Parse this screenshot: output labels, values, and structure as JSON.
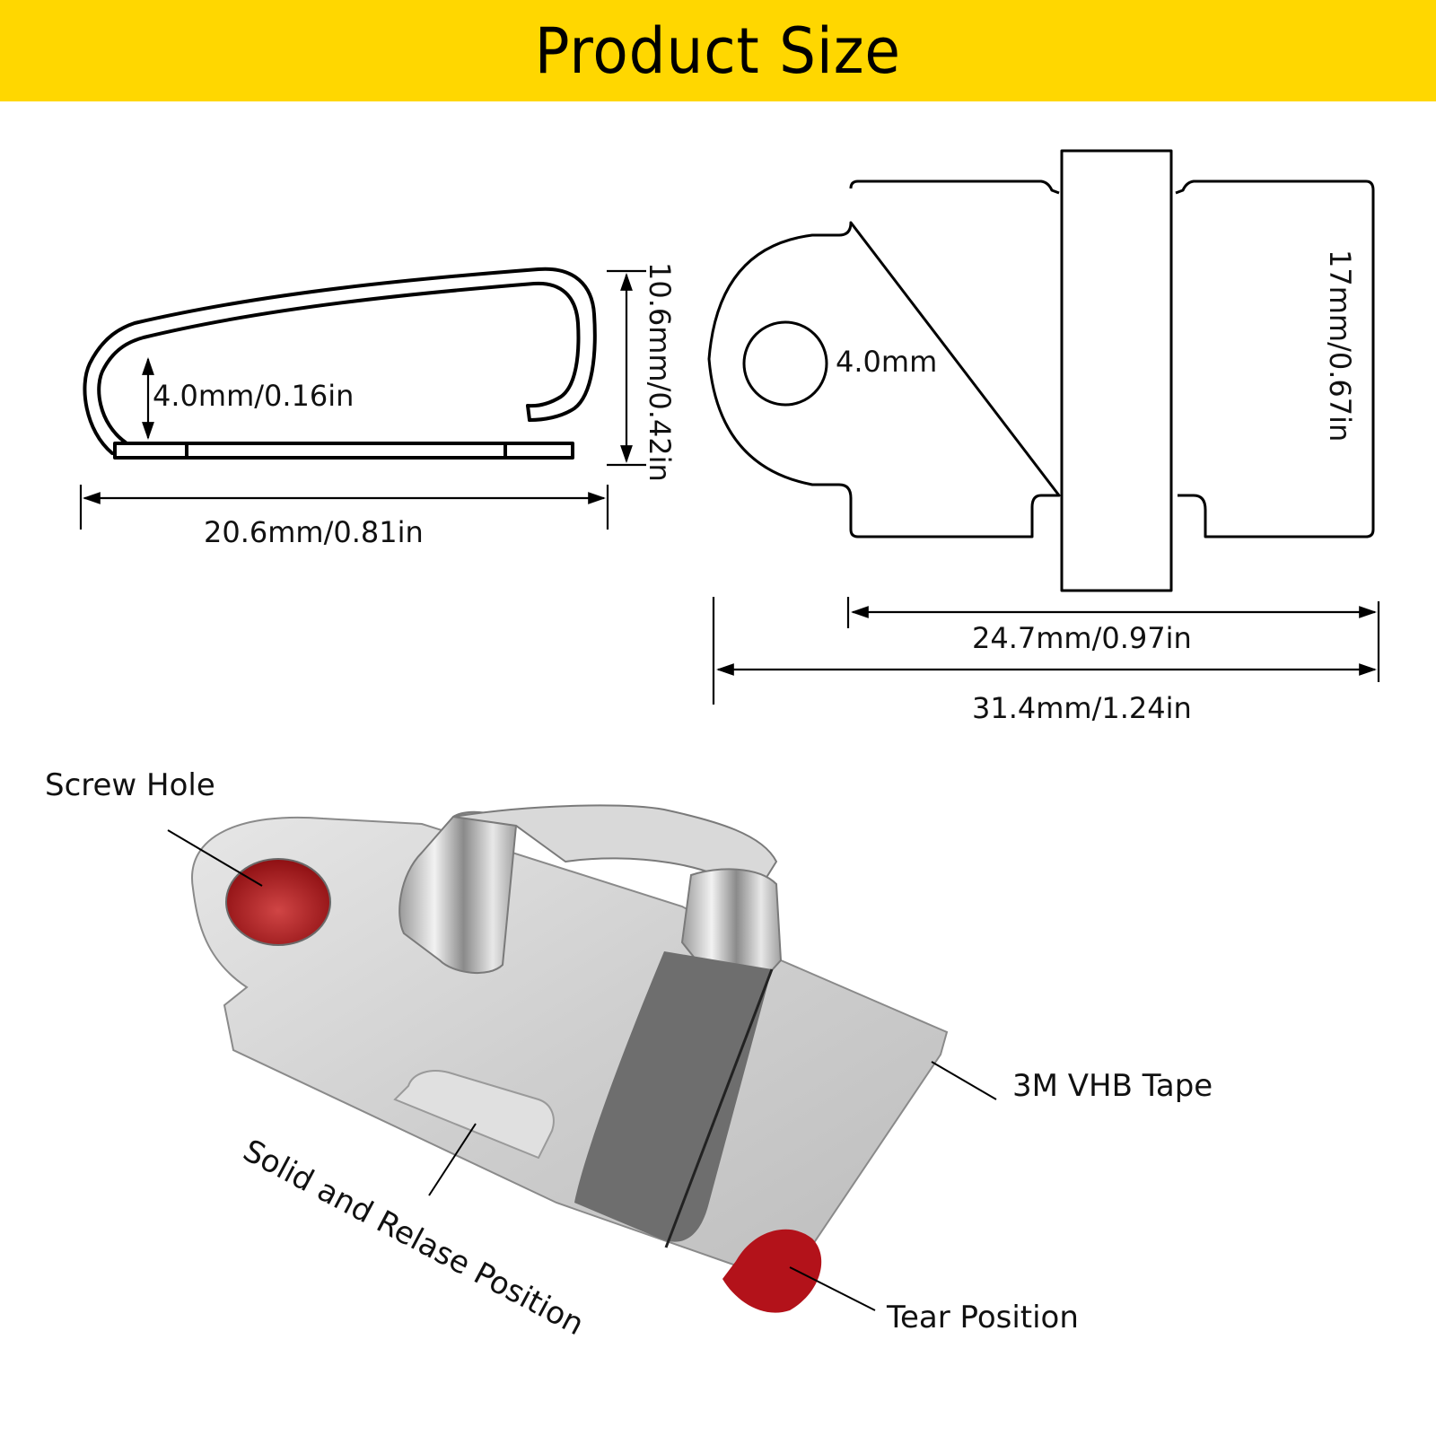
{
  "header": {
    "title": "Product Size",
    "background_color": "#FFD700"
  },
  "side_view": {
    "inner_gap": "4.0mm/0.16in",
    "height": "10.6mm/0.42in",
    "length": "20.6mm/0.81in"
  },
  "top_view": {
    "hole_diameter": "4.0mm",
    "width": "17mm/0.67in",
    "body_length": "24.7mm/0.97in",
    "total_length": "31.4mm/1.24in"
  },
  "photo_callouts": {
    "screw_hole": "Screw Hole",
    "vhb_tape": "3M VHB Tape",
    "solid_release": "Solid and Relase Position",
    "tear_position": "Tear Position"
  },
  "colors": {
    "metal": "#c8c8c8",
    "tape_red": "#b3121a",
    "outline": "#000000"
  }
}
